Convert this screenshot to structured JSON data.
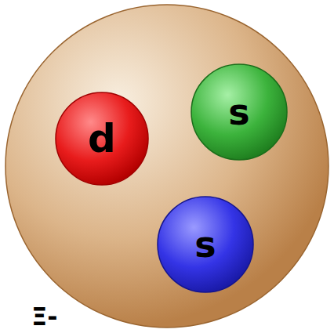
{
  "diagram": {
    "nodes": [
      {
        "text": [
          "Ξ-"
        ]
      },
      {
        "text": [
          "d"
        ],
        "in": 0
      },
      {
        "text": [
          "s"
        ],
        "in": 0
      },
      {
        "text": [
          "s"
        ],
        "in": 0
      }
    ]
  }
}
